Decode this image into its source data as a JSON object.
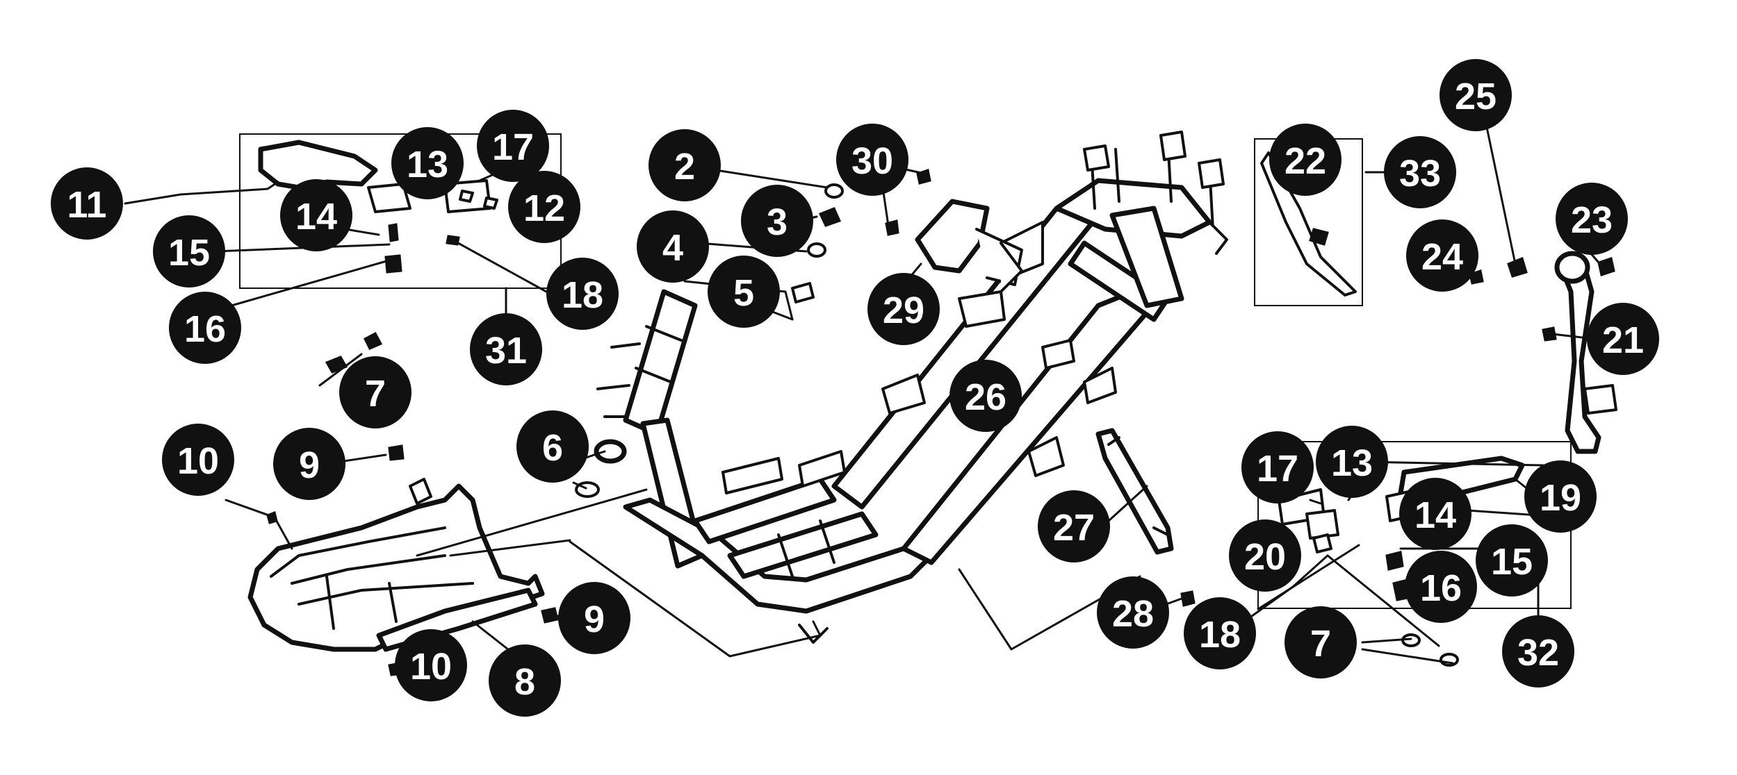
{
  "diagram": {
    "callouts": [
      {
        "id": "c11a",
        "label": "11"
      },
      {
        "id": "c14a",
        "label": "14"
      },
      {
        "id": "c13a",
        "label": "13"
      },
      {
        "id": "c17a",
        "label": "17"
      },
      {
        "id": "c12",
        "label": "12"
      },
      {
        "id": "c15a",
        "label": "15"
      },
      {
        "id": "c16a",
        "label": "16"
      },
      {
        "id": "c18a",
        "label": "18"
      },
      {
        "id": "c31",
        "label": "31"
      },
      {
        "id": "c7a",
        "label": "7"
      },
      {
        "id": "c10a",
        "label": "10"
      },
      {
        "id": "c9a",
        "label": "9"
      },
      {
        "id": "c10b",
        "label": "10"
      },
      {
        "id": "c8",
        "label": "8"
      },
      {
        "id": "c9b",
        "label": "9"
      },
      {
        "id": "c2",
        "label": "2"
      },
      {
        "id": "c3",
        "label": "3"
      },
      {
        "id": "c4",
        "label": "4"
      },
      {
        "id": "c5",
        "label": "5"
      },
      {
        "id": "c6",
        "label": "6"
      },
      {
        "id": "c30",
        "label": "30"
      },
      {
        "id": "c29",
        "label": "29"
      },
      {
        "id": "c26",
        "label": "26"
      },
      {
        "id": "c27",
        "label": "27"
      },
      {
        "id": "c28",
        "label": "28"
      },
      {
        "id": "c18b",
        "label": "18"
      },
      {
        "id": "c22",
        "label": "22"
      },
      {
        "id": "c33",
        "label": "33"
      },
      {
        "id": "c25",
        "label": "25"
      },
      {
        "id": "c24",
        "label": "24"
      },
      {
        "id": "c23",
        "label": "23"
      },
      {
        "id": "c21",
        "label": "21"
      },
      {
        "id": "c17b",
        "label": "17"
      },
      {
        "id": "c13b",
        "label": "13"
      },
      {
        "id": "c19",
        "label": "19"
      },
      {
        "id": "c14b",
        "label": "14"
      },
      {
        "id": "c20",
        "label": "20"
      },
      {
        "id": "c15b",
        "label": "15"
      },
      {
        "id": "c16b",
        "label": "16"
      },
      {
        "id": "c7b",
        "label": "7"
      },
      {
        "id": "c32",
        "label": "32"
      }
    ]
  }
}
